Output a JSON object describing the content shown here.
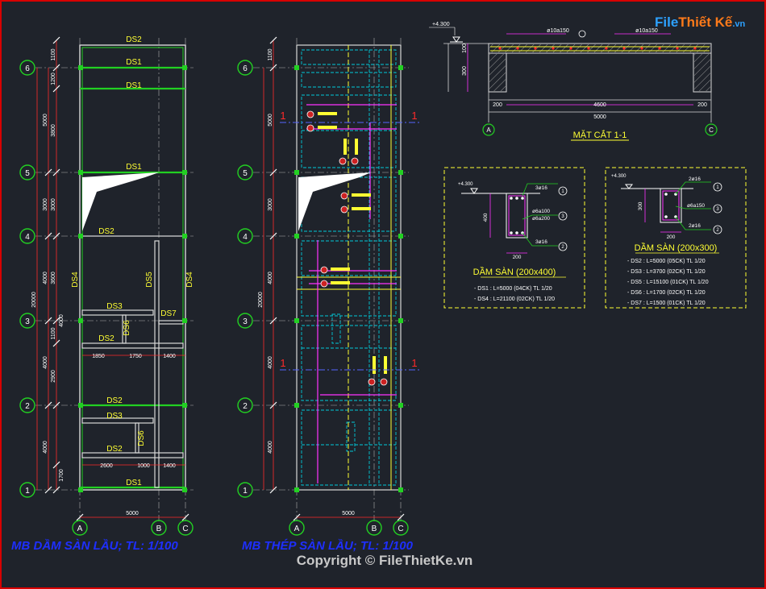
{
  "logo": {
    "part1": "File",
    "part2": "Thiết Kế",
    "part3": ".vn"
  },
  "copyright": "Copyright © FileThietKe.vn",
  "plan_left": {
    "title": "MB DẦM SÀN LẦU; TL: 1/100",
    "beams": {
      "ds2_top": "DS2",
      "ds1_a": "DS1",
      "ds1_b": "DS1",
      "ds1_c": "DS1",
      "ds2_a": "DS2",
      "ds3_a": "DS3",
      "ds2_b": "DS2",
      "ds7": "DS7",
      "ds6_a": "DS6",
      "ds2_c": "DS2",
      "ds3_b": "DS3",
      "ds2_d": "DS2",
      "ds6_b": "DS6",
      "ds1_d": "DS1",
      "ds4_l": "DS4",
      "ds5": "DS5",
      "ds4_r": "DS4"
    },
    "dims_left": [
      "1100",
      "1200",
      "3800",
      "3000",
      "3600",
      "4000",
      "1100",
      "2900",
      "1700"
    ],
    "dims_outer": [
      "5000",
      "3000",
      "4000",
      "4000",
      "4000"
    ],
    "dim_total": "20000",
    "dims_row1": [
      "1850",
      "1750",
      "1400"
    ],
    "dims_row2": [
      "2600",
      "1000",
      "1400"
    ],
    "dim_width": "5000"
  },
  "plan_right": {
    "title": "MB THÉP SÀN LẦU; TL: 1/100",
    "dims_outer": [
      "1100",
      "5000",
      "3000",
      "4000",
      "4000",
      "4000"
    ],
    "dim_total": "20000",
    "dim_width": "5000",
    "section_mark": "1"
  },
  "grid": {
    "rows": [
      "6",
      "5",
      "4",
      "3",
      "2",
      "1"
    ],
    "cols": [
      "A",
      "B",
      "C"
    ]
  },
  "section": {
    "title": "MẶT CẮT 1-1",
    "level": "+4.300",
    "rebar1": "ø10a150",
    "rebar2": "ø10a150",
    "dim_h1": "100",
    "dim_h2": "300",
    "dim_left": "200",
    "dim_mid": "4600",
    "dim_right": "200",
    "dim_total": "5000",
    "axis_left": "A",
    "axis_right": "C"
  },
  "beam1": {
    "title": "DẦM SÀN (200x400)",
    "level": "+4.300",
    "bar_top": "3ø16",
    "stirrup1": "ø6a100",
    "stirrup2": "ø6a200",
    "bar_bot": "3ø16",
    "height": "400",
    "width": "200",
    "markers": [
      "1",
      "3",
      "2"
    ],
    "list": [
      "- DS1 :  L=5000 (04CK) TL 1/20",
      "- DS4 :  L=21100 (02CK) TL 1/20"
    ]
  },
  "beam2": {
    "title": "DẦM SÀN (200x300)",
    "level": "+4.300",
    "bar_top": "2ø16",
    "stirrup": "ø6a150",
    "bar_bot": "2ø16",
    "height": "300",
    "width": "200",
    "markers": [
      "1",
      "3",
      "2"
    ],
    "list": [
      "- DS2 :  L=5000 (05CK) TL 1/20",
      "- DS3 :  L=3700 (02CK) TL 1/20",
      "- DS5 :  L=15100 (01CK) TL 1/20",
      "- DS6 :  L=1700 (02CK) TL 1/20",
      "- DS7 :  L=1500 (01CK) TL 1/20"
    ]
  },
  "colors": {
    "background": "#1f232b",
    "green": "#22d022",
    "red": "#ff2a2a",
    "yellow": "#ffff33",
    "cyan": "#00c8d8",
    "magenta": "#ff33ff",
    "title_blue": "#1e2fff"
  }
}
